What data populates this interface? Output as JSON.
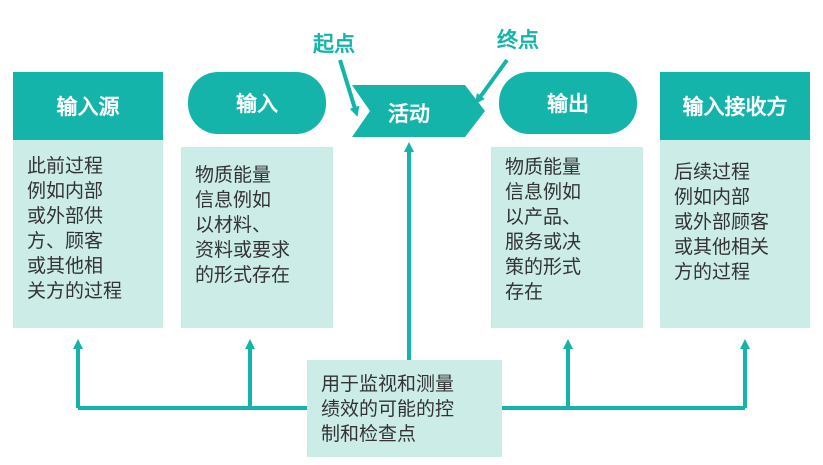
{
  "colors": {
    "accent": "#14b4aa",
    "light": "#ccece8",
    "text": "#333333"
  },
  "start_label": "起点",
  "end_label": "终点",
  "activity": "活动",
  "input_source": {
    "title": "输入源",
    "lines": [
      "此前过程",
      "例如内部",
      "或外部供",
      "方、顾客",
      "或其他相",
      "关方的过程"
    ]
  },
  "input": {
    "title": "输入",
    "lines": [
      "物质能量",
      "信息例如",
      "以材料、",
      "资料或要求",
      "的形式存在"
    ]
  },
  "output": {
    "title": "输出",
    "lines": [
      "物质能量",
      "信息例如",
      "以产品、",
      "服务或决",
      "策的形式",
      "存在"
    ]
  },
  "receiver": {
    "title": "输入接收方",
    "lines": [
      "后续过程",
      "例如内部",
      "或外部顾客",
      "或其他相关",
      "方的过程"
    ]
  },
  "monitor": {
    "lines": [
      "用于监视和测量",
      "绩效的可能的控",
      "制和检查点"
    ]
  }
}
